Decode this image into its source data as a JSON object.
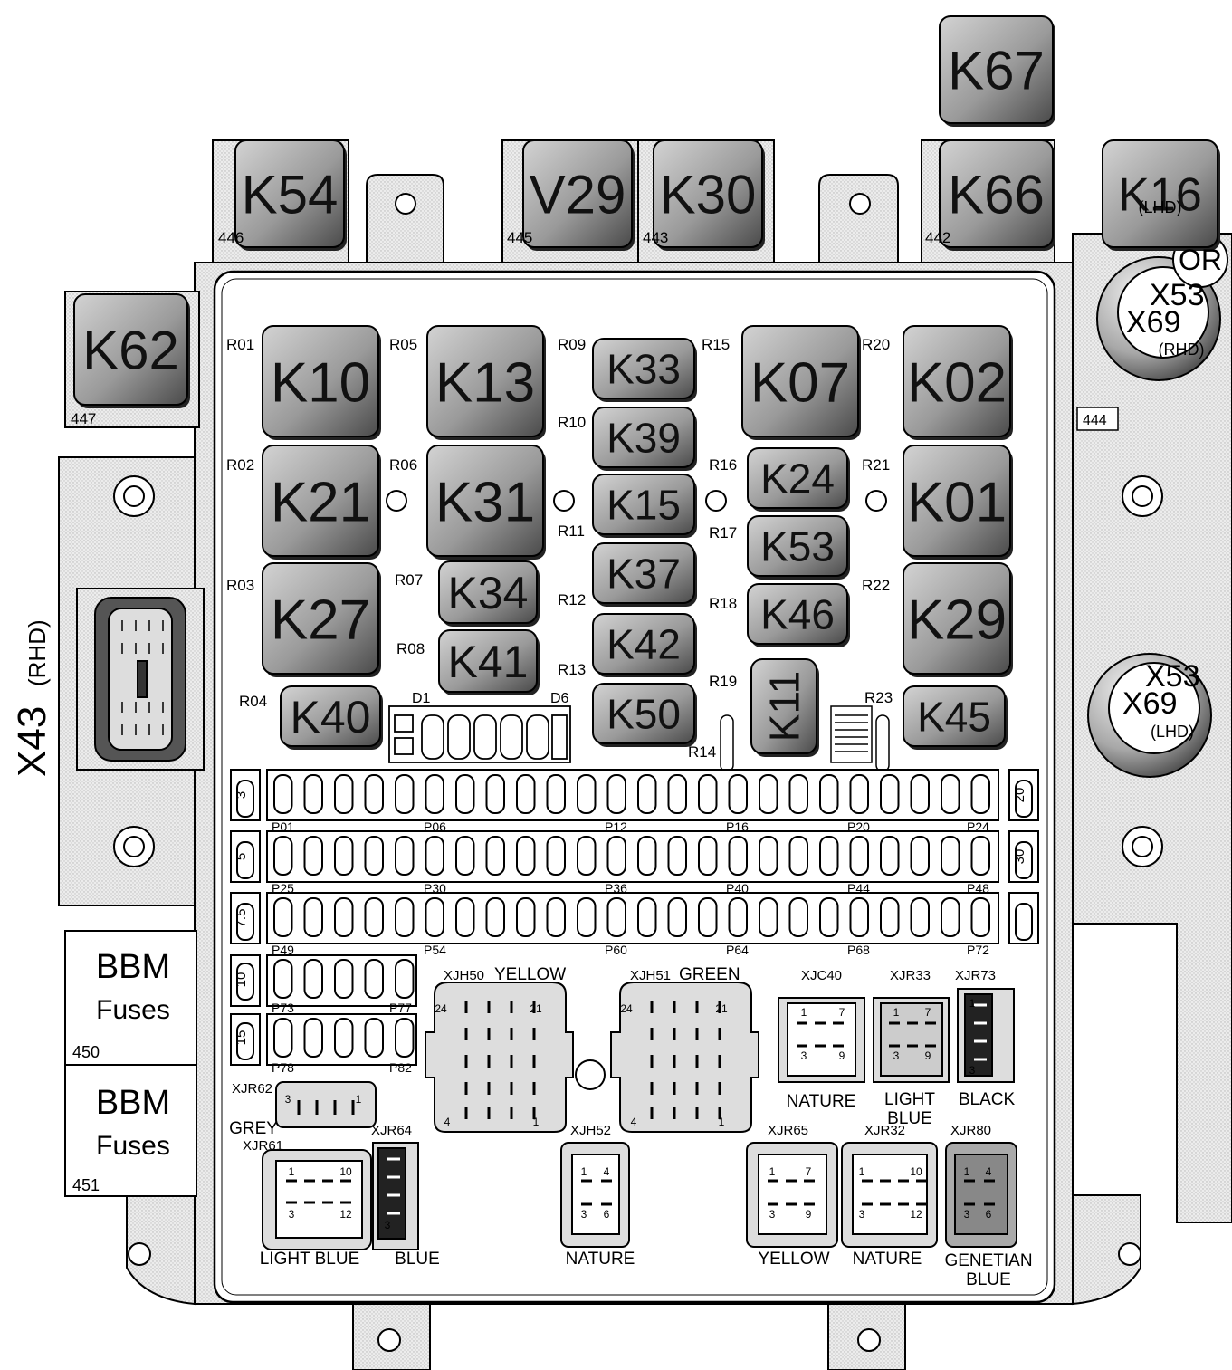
{
  "top_relays": [
    {
      "id": "K67",
      "socket": ""
    },
    {
      "id": "K54",
      "socket": "446"
    },
    {
      "id": "V29",
      "socket": "445"
    },
    {
      "id": "K30",
      "socket": "443"
    },
    {
      "id": "K66",
      "socket": "442"
    },
    {
      "id": "K16",
      "socket": "",
      "note": "(LHD)"
    },
    {
      "id": "K62",
      "socket": "447"
    }
  ],
  "right_side": {
    "or_label": "OR",
    "socket_444": "444",
    "connector_rhd": {
      "line1": "X53",
      "line2": "X69",
      "note": "(RHD)"
    },
    "connector_lhd": {
      "line1": "X53",
      "line2": "X69",
      "note": "(LHD)"
    }
  },
  "left_side": {
    "x43_label": "X43",
    "x43_note": "(RHD)",
    "bbm1": {
      "title": "BBM",
      "sub": "Fuses",
      "num": "450"
    },
    "bbm2": {
      "title": "BBM",
      "sub": "Fuses",
      "num": "451"
    }
  },
  "relays": [
    {
      "r": "R01",
      "id": "K10"
    },
    {
      "r": "R02",
      "id": "K21"
    },
    {
      "r": "R03",
      "id": "K27"
    },
    {
      "r": "R04",
      "id": "K40"
    },
    {
      "r": "R05",
      "id": "K13"
    },
    {
      "r": "R06",
      "id": "K31"
    },
    {
      "r": "R07",
      "id": "K34"
    },
    {
      "r": "R08",
      "id": "K41"
    },
    {
      "r": "R09",
      "id": "K33"
    },
    {
      "r": "R10",
      "id": "K39"
    },
    {
      "r": "R11",
      "id": "K15"
    },
    {
      "r": "R12",
      "id": "K37"
    },
    {
      "r": "R13",
      "id": "K42"
    },
    {
      "r": "R14",
      "id": "K50"
    },
    {
      "r": "R15",
      "id": "K07"
    },
    {
      "r": "R16",
      "id": "K24"
    },
    {
      "r": "R17",
      "id": "K53"
    },
    {
      "r": "R18",
      "id": "K46"
    },
    {
      "r": "R19",
      "id": "K11"
    },
    {
      "r": "R20",
      "id": "K02"
    },
    {
      "r": "R21",
      "id": "K01"
    },
    {
      "r": "R22",
      "id": "K29"
    },
    {
      "r": "R23",
      "id": "K45"
    }
  ],
  "diodes": {
    "d1": "D1",
    "d6": "D6"
  },
  "fuse_rows": [
    {
      "rating": "3",
      "right_rating": "20",
      "labels": [
        "P01",
        "P06",
        "P12",
        "P16",
        "P20",
        "P24"
      ]
    },
    {
      "rating": "5",
      "right_rating": "30",
      "labels": [
        "P25",
        "P30",
        "P36",
        "P40",
        "P44",
        "P48"
      ]
    },
    {
      "rating": "7.5",
      "right_rating": "",
      "labels": [
        "P49",
        "P54",
        "P60",
        "P64",
        "P68",
        "P72"
      ]
    },
    {
      "rating": "10",
      "right_rating": "",
      "labels": [
        "P73",
        "P77"
      ]
    },
    {
      "rating": "15",
      "right_rating": "",
      "labels": [
        "P78",
        "P82"
      ]
    }
  ],
  "connectors": [
    {
      "id": "XJH50",
      "color": "YELLOW",
      "pins": [
        "24",
        "21",
        "4",
        "1"
      ]
    },
    {
      "id": "XJH51",
      "color": "GREEN",
      "pins": [
        "24",
        "21",
        "4",
        "1"
      ]
    },
    {
      "id": "XJC40",
      "color": "NATURE",
      "pins": [
        "1",
        "7",
        "3",
        "9"
      ]
    },
    {
      "id": "XJR33",
      "color": "LIGHT",
      "color2": "BLUE",
      "pins": [
        "1",
        "7",
        "3",
        "9"
      ]
    },
    {
      "id": "XJR73",
      "color": "BLACK",
      "pins": [
        "1",
        "3"
      ]
    },
    {
      "id": "XJR62",
      "color": "GREY",
      "pins": [
        "3",
        "1"
      ]
    },
    {
      "id": "XJR61",
      "color": "LIGHT BLUE",
      "pins": [
        "1",
        "10",
        "3",
        "12"
      ]
    },
    {
      "id": "XJR64",
      "color": "BLUE",
      "pins": [
        "3"
      ]
    },
    {
      "id": "XJH52",
      "color": "NATURE",
      "pins": [
        "1",
        "4",
        "3",
        "6"
      ]
    },
    {
      "id": "XJR65",
      "color": "YELLOW",
      "pins": [
        "1",
        "7",
        "3",
        "9"
      ]
    },
    {
      "id": "XJR32",
      "color": "NATURE",
      "pins": [
        "1",
        "10",
        "3",
        "12"
      ]
    },
    {
      "id": "XJR80",
      "color": "GENETIAN",
      "color2": "BLUE",
      "pins": [
        "1",
        "4",
        "3",
        "6"
      ]
    }
  ]
}
